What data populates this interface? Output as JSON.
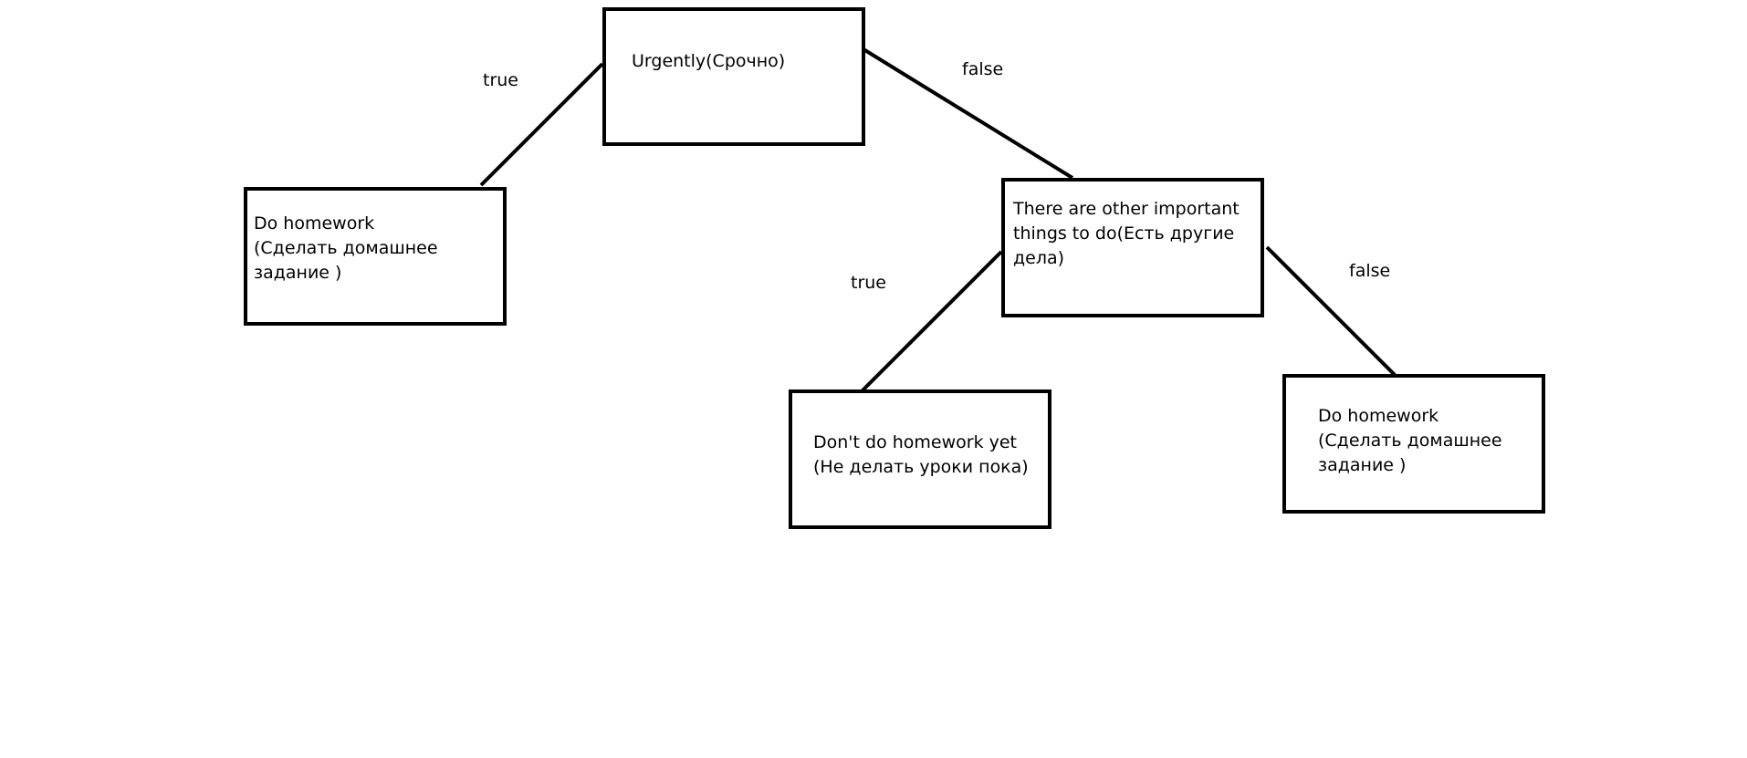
{
  "diagram": {
    "nodes": {
      "root": {
        "lines": [
          "Urgently(Срочно)"
        ]
      },
      "do_homework_left": {
        "lines": [
          "Do homework",
          "(Сделать домашнее",
          "задание )"
        ]
      },
      "other_things": {
        "lines": [
          "There are other important",
          "things to do(Есть другие",
          "дела)"
        ]
      },
      "dont_do_homework": {
        "lines": [
          "Don't do homework yet",
          "(Не делать уроки пока)"
        ]
      },
      "do_homework_right": {
        "lines": [
          "Do homework",
          "(Сделать домашнее",
          "задание )"
        ]
      }
    },
    "edges": {
      "root_true": {
        "label": "true"
      },
      "root_false": {
        "label": "false"
      },
      "other_true": {
        "label": "true"
      },
      "other_false": {
        "label": "false"
      }
    }
  }
}
